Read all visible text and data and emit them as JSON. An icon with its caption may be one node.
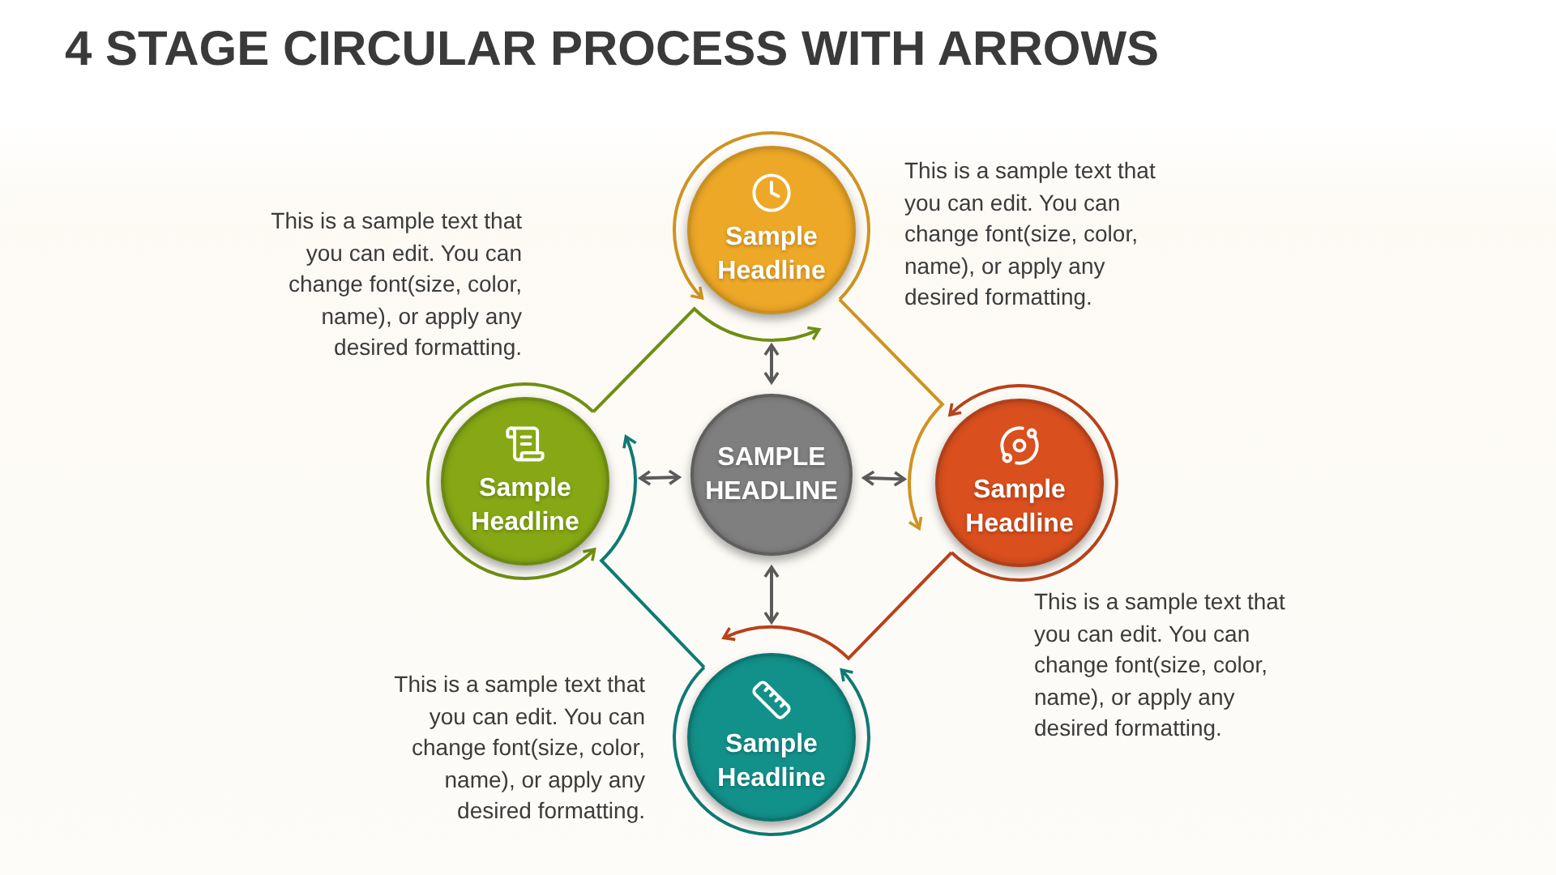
{
  "diagram": {
    "title": "4 STAGE CIRCULAR PROCESS WITH ARROWS",
    "nodes": [
      {
        "text": [
          "Sample Headline"
        ]
      },
      {
        "text": [
          "Sample Headline"
        ]
      },
      {
        "text": [
          "SAMPLE HEADLINE"
        ]
      },
      {
        "text": [
          "Sample Headline"
        ]
      },
      {
        "text": [
          "Sample Headline"
        ]
      }
    ],
    "edges": [
      {
        "from": 1,
        "to": 0,
        "arrow": "to",
        "color": "#6f8e12"
      },
      {
        "from": 0,
        "to": 3,
        "arrow": "to",
        "color": "#cf9322"
      },
      {
        "from": 3,
        "to": 4,
        "arrow": "to",
        "color": "#b8421a"
      },
      {
        "from": 4,
        "to": 1,
        "arrow": "to",
        "color": "#0f7a74"
      },
      {
        "from": 2,
        "to": 0,
        "arrow": "both"
      },
      {
        "from": 2,
        "to": 1,
        "arrow": "both"
      },
      {
        "from": 2,
        "to": 3,
        "arrow": "both"
      },
      {
        "from": 2,
        "to": 4,
        "arrow": "both"
      }
    ],
    "labels": [
      "This is a sample text that you can edit. You can change font(size, color, name), or apply any desired formatting.",
      "This is a sample text that you can edit. You can change font(size, color, name), or apply any desired formatting.",
      "This is a sample text that you can edit. You can change font(size, color, name), or apply any desired formatting.",
      "This is a sample text that you can edit. You can change font(size, color, name), or apply any desired formatting."
    ]
  }
}
